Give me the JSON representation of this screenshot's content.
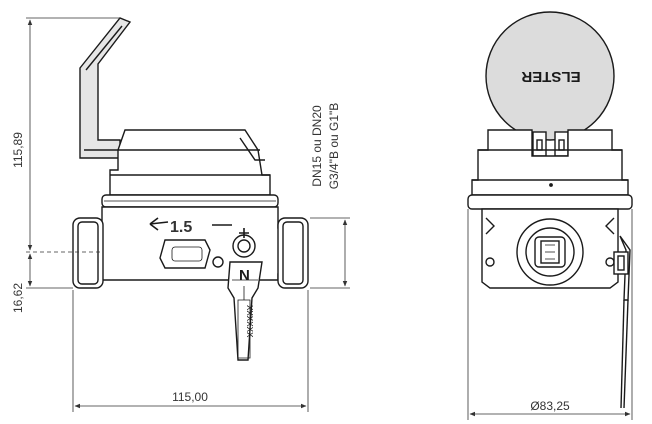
{
  "dimensions": {
    "height_total": "115,89",
    "height_axis": "16,62",
    "length": "115,00",
    "diameter": "Ø83,25"
  },
  "side_note": {
    "line1": "DN15 ou DN20",
    "line2": "G3/4\"B ou G1\"B"
  },
  "meter": {
    "flow_marking": "1.5",
    "brand_lid": "ELSTER",
    "seal_code": "XXXXXX",
    "seal_letter": "N"
  },
  "colors": {
    "line": "#1a1a1a",
    "dim_line": "#333333",
    "lid_fill": "#dcdcdc",
    "shade": "#c8c8c8"
  }
}
